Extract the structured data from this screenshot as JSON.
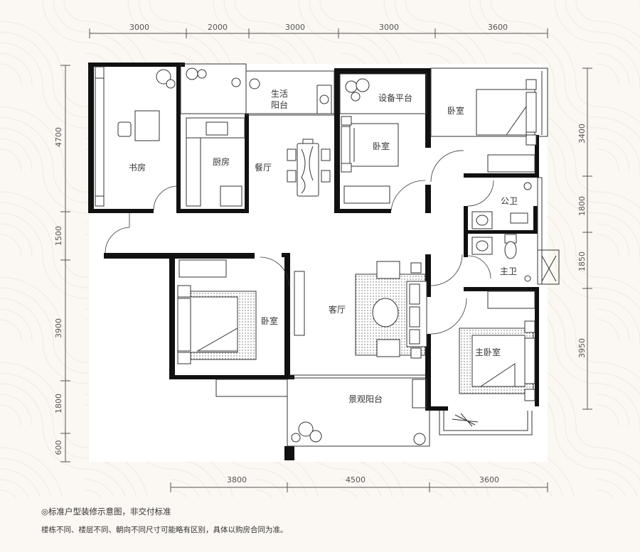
{
  "dimensions": {
    "top": [
      "3000",
      "2000",
      "3000",
      "3000",
      "3600"
    ],
    "bottom": [
      "3800",
      "4500",
      "3600"
    ],
    "left": [
      "4700",
      "1500",
      "3900",
      "1800",
      "600"
    ],
    "right": [
      "3400",
      "1800",
      "1850",
      "3950"
    ]
  },
  "rooms": {
    "study": "书房",
    "kitchen": "厨房",
    "dining": "餐厅",
    "utility_balcony": "生活\n阳台",
    "equipment_platform": "设备平台",
    "bedroom_north_middle": "卧室",
    "bedroom_north_east": "卧室",
    "public_bath": "公卫",
    "master_bath": "主卫",
    "bedroom_south_west": "卧室",
    "living_room": "客厅",
    "master_bedroom": "主卧室",
    "view_balcony": "景观阳台"
  },
  "notes": {
    "line1": "◎标准户型装修示意图，非交付标准",
    "line2": "楼栋不同、楼层不同、朝向不同尺寸可能略有区别，具体以购房合同为准。"
  },
  "colors": {
    "wall": "#111111",
    "line": "#333333",
    "background": "#fbf7f2"
  }
}
